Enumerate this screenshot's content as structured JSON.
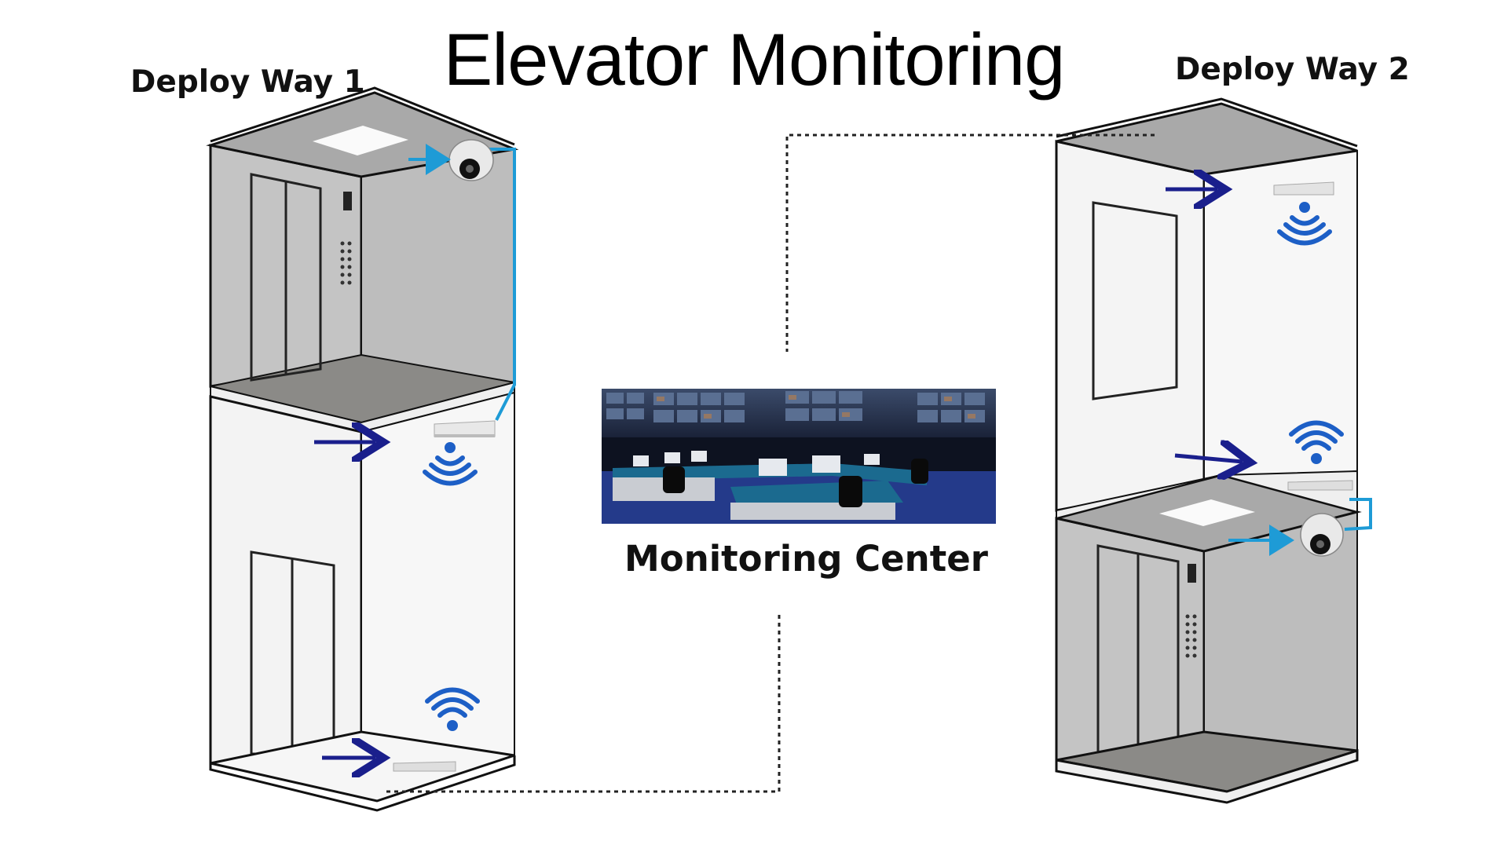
{
  "title": "Elevator Monitoring",
  "deploy_way_1": {
    "label": "Deploy Way 1"
  },
  "deploy_way_2": {
    "label": "Deploy Way 2"
  },
  "monitoring_center": {
    "label": "Monitoring Center"
  },
  "colors": {
    "wall_gray": "#c6c6c6",
    "ceiling_gray": "#a7a7a7",
    "floor_gray": "#8a8a88",
    "light_wall": "#f4f4f4",
    "cable_blue": "#1e9bd6",
    "arrow_navy": "#1a1f8c",
    "wifi_blue": "#1d5fc6",
    "outline": "#111111"
  },
  "icons": [
    "dome-camera-icon",
    "wireless-bridge-icon",
    "wifi-icon",
    "arrow-right-icon",
    "control-room-photo"
  ]
}
